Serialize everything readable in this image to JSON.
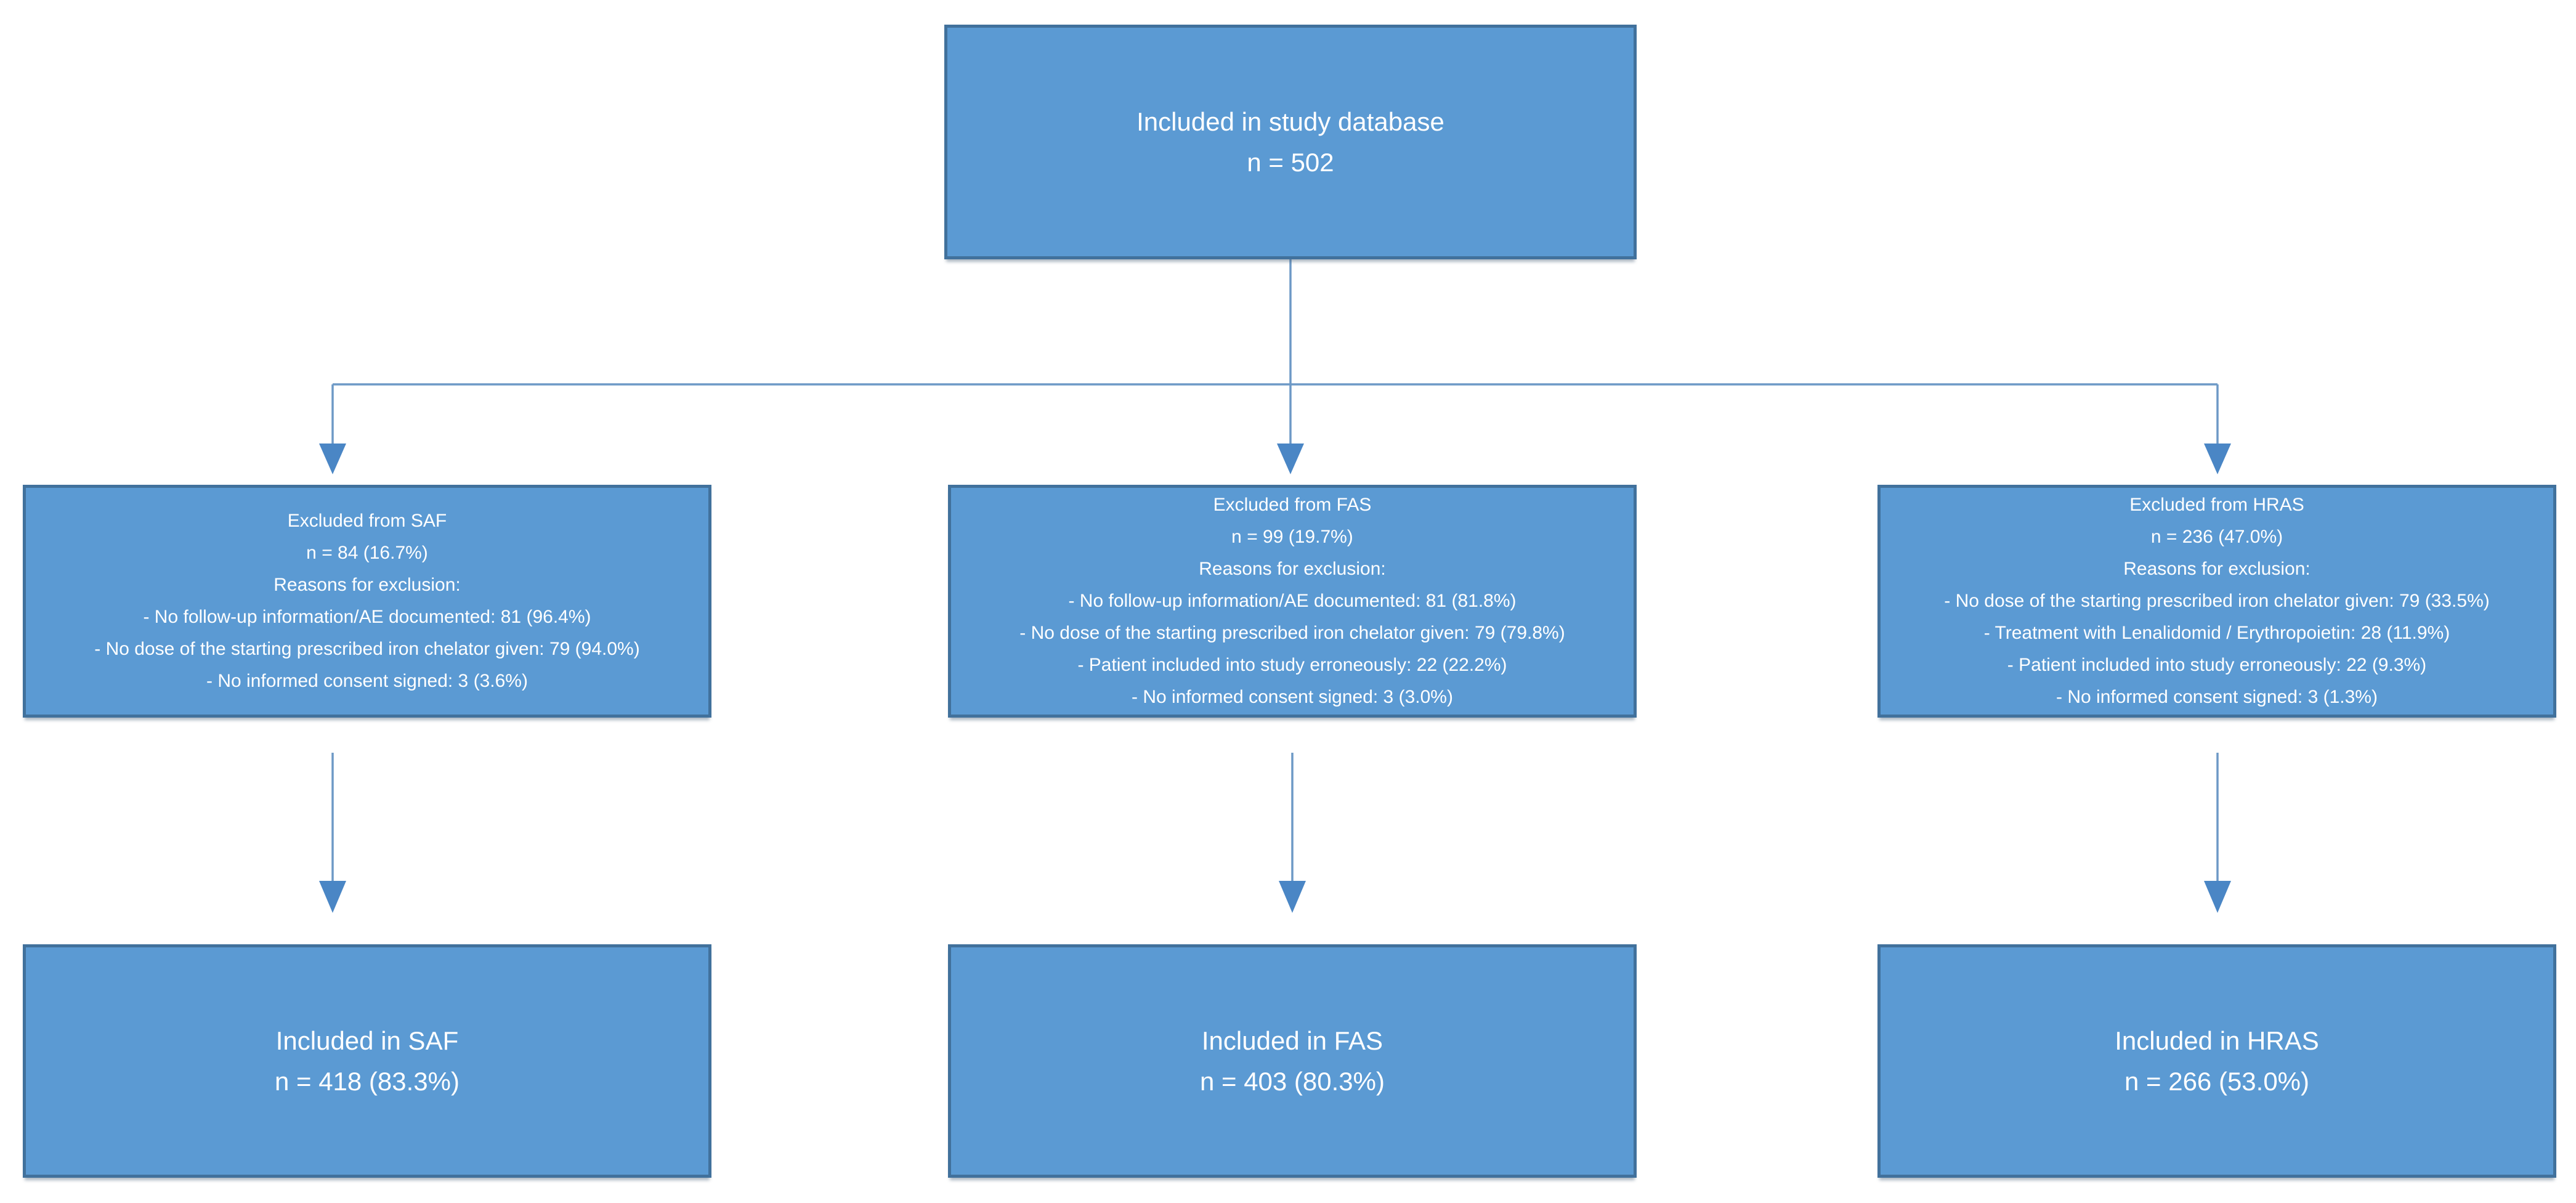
{
  "figure": {
    "kind": "study-flow-diagram",
    "background": "#ffffff"
  },
  "colors": {
    "box_fill": "#5b9ad3",
    "box_border": "#41719c",
    "connector_line": "#6d99c6",
    "arrowhead": "#4a86c5",
    "text": "#ffffff"
  },
  "nodes": {
    "top": {
      "title": "Included in study database",
      "count": "n = 502"
    },
    "excluded_saf": {
      "title": "Excluded from SAF",
      "count": "n = 84 (16.7%)",
      "reasons_header": "Reasons for exclusion:",
      "reasons": [
        "- No follow-up information/AE documented: 81 (96.4%)",
        "- No dose of the starting prescribed iron chelator given: 79 (94.0%)",
        "- No informed consent signed: 3 (3.6%)"
      ]
    },
    "excluded_fas": {
      "title": "Excluded from FAS",
      "count": "n = 99 (19.7%)",
      "reasons_header": "Reasons for exclusion:",
      "reasons": [
        "- No follow-up information/AE documented: 81 (81.8%)",
        "- No dose of the starting prescribed iron chelator given: 79 (79.8%)",
        "- Patient included into study erroneously: 22 (22.2%)",
        "- No informed consent signed: 3 (3.0%)"
      ]
    },
    "excluded_hras": {
      "title": "Excluded from HRAS",
      "count": "n = 236 (47.0%)",
      "reasons_header": "Reasons for exclusion:",
      "reasons": [
        "- No dose of the starting prescribed iron chelator given: 79 (33.5%)",
        "- Treatment with Lenalidomid / Erythropoietin: 28 (11.9%)",
        "- Patient included into study erroneously: 22 (9.3%)",
        "- No informed consent signed: 3 (1.3%)"
      ]
    },
    "included_saf": {
      "title": "Included in SAF",
      "count": "n = 418 (83.3%)"
    },
    "included_fas": {
      "title": "Included in FAS",
      "count": "n = 403 (80.3%)"
    },
    "included_hras": {
      "title": "Included in HRAS",
      "count": "n = 266 (53.0%)"
    }
  }
}
